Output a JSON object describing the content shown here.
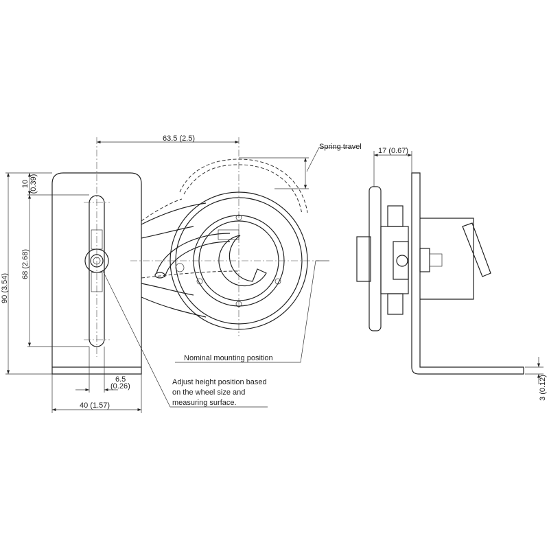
{
  "dimensions": {
    "width_63_5": "63.5 (2.5)",
    "height_90": "90 (3.54)",
    "offset_10": "10",
    "offset_10_in": "(0.39)",
    "slot_68": "68 (2.68)",
    "slot_6_5": "6.5",
    "slot_6_5_in": "(0.26)",
    "width_40": "40 (1.57)",
    "depth_17": "17 (0.67)",
    "thickness_3": "3 (0.12)"
  },
  "annotations": {
    "spring_travel": "Spring travel",
    "nominal_mounting": "Nominal mounting position",
    "adjust_line1": "Adjust height position based",
    "adjust_line2": "on the wheel size and",
    "adjust_line3": "measuring surface."
  }
}
